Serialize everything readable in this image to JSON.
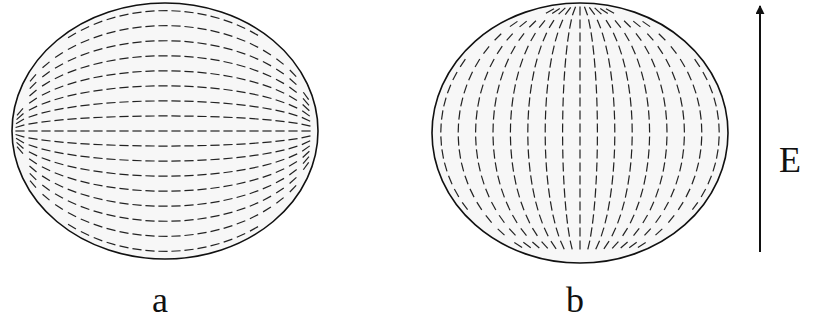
{
  "diagram": {
    "labels": [
      "a",
      "b",
      "E"
    ]
  }
}
